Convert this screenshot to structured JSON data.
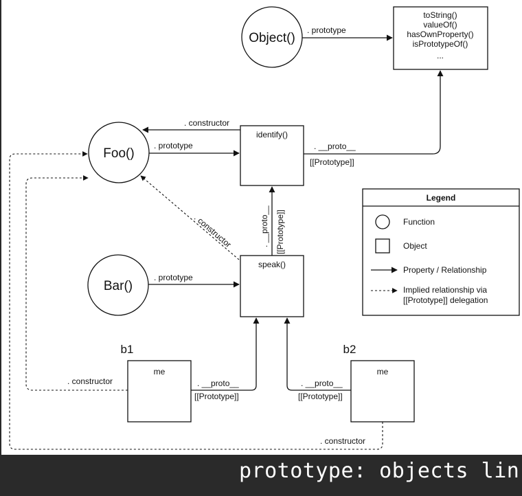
{
  "nodes": {
    "object_fn": "Object()",
    "foo_fn": "Foo()",
    "bar_fn": "Bar()",
    "object_proto_methods": [
      "toString()",
      "valueOf()",
      "hasOwnProperty()",
      "isPrototypeOf()",
      "..."
    ],
    "identify": "identify()",
    "speak": "speak()",
    "b1_title": "b1",
    "b2_title": "b2",
    "b1_obj": "me",
    "b2_obj": "me"
  },
  "edges": {
    "object_prototype": ". prototype",
    "foo_prototype": ". prototype",
    "bar_prototype": ". prototype",
    "identify_constructor": ". constructor",
    "identify_proto": ". __proto__",
    "identify_proto_bracket": "[[Prototype]]",
    "speak_proto": ". __proto__",
    "speak_proto_bracket": "[[Prototype]]",
    "speak_constructor": ". constructor",
    "b1_constructor": ". constructor",
    "b1_proto": ". __proto__",
    "b1_proto_bracket": "[[Prototype]]",
    "b2_proto": ". __proto__",
    "b2_proto_bracket": "[[Prototype]]",
    "b2_constructor": ". constructor"
  },
  "legend": {
    "title": "Legend",
    "function": "Function",
    "object": "Object",
    "property": "Property / Relationship",
    "implied_line1": "Implied relationship via",
    "implied_line2": "[[Prototype]] delegation"
  },
  "caption": "prototype: objects lin",
  "colors": {
    "background": "#2a2a2a",
    "canvas": "#ffffff",
    "ink": "#111111"
  }
}
